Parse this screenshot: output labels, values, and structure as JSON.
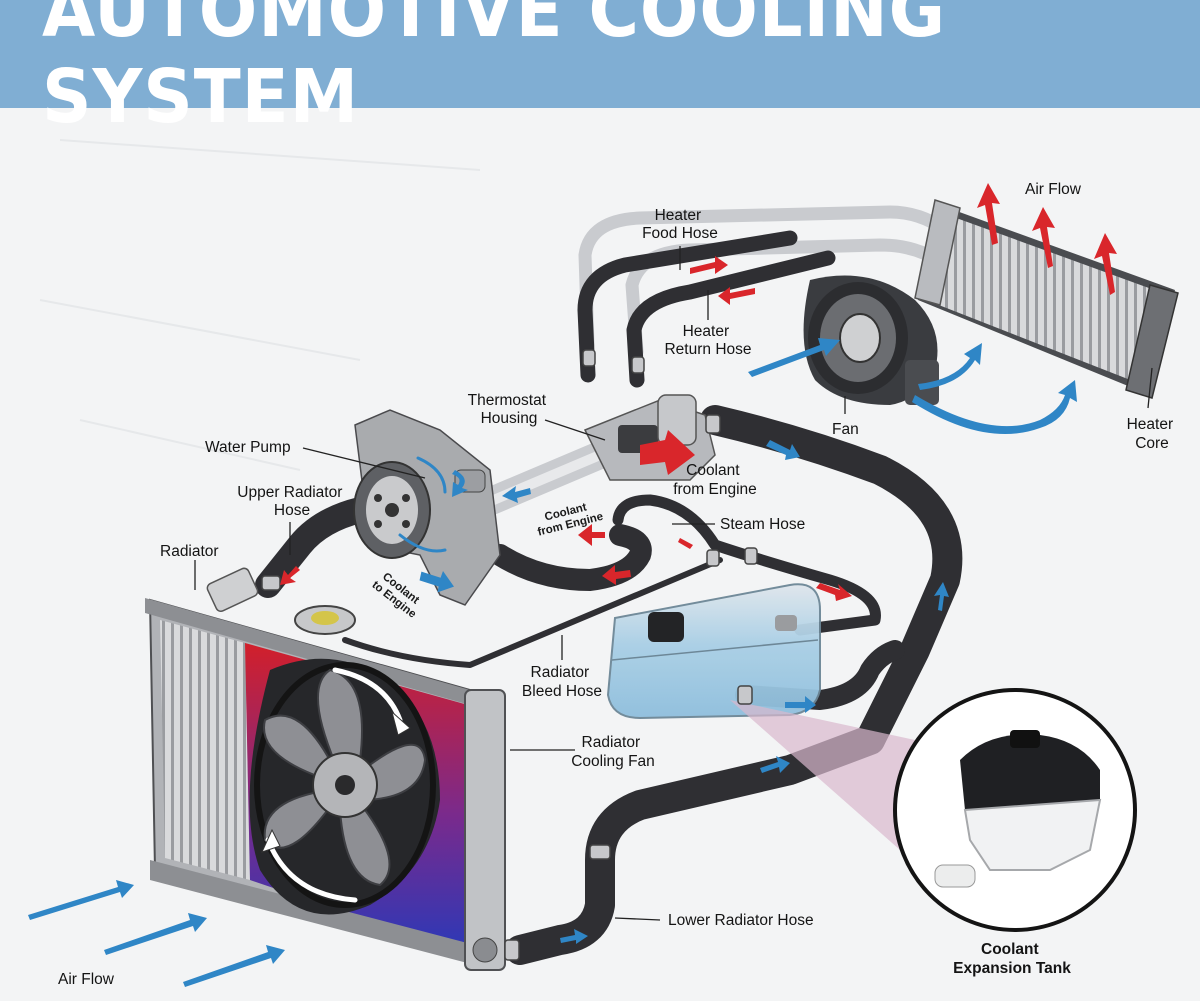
{
  "title": "AUTOMOTIVE COOLING SYSTEM",
  "labels": {
    "air_flow_top": "Air Flow",
    "heater_food_hose": [
      "Heater",
      "Food Hose"
    ],
    "heater_return_hose": [
      "Heater",
      "Return Hose"
    ],
    "thermostat_housing": [
      "Thermostat",
      "Housing"
    ],
    "water_pump": "Water Pump",
    "upper_radiator_hose": [
      "Upper Radiator",
      "Hose"
    ],
    "radiator": "Radiator",
    "coolant_from_engine_main": [
      "Coolant",
      "from Engine"
    ],
    "coolant_from_engine_small": [
      "Coolant",
      "from Engine"
    ],
    "coolant_to_engine": [
      "Coolant",
      "to Engine"
    ],
    "steam_hose": "Steam Hose",
    "fan": "Fan",
    "heater_core": [
      "Heater",
      "Core"
    ],
    "radiator_bleed_hose": [
      "Radiator",
      "Bleed Hose"
    ],
    "radiator_cooling_fan": [
      "Radiator",
      "Cooling Fan"
    ],
    "lower_radiator_hose": "Lower Radiator Hose",
    "coolant_expansion_tank": [
      "Coolant",
      "Expansion Tank"
    ],
    "air_flow_bottom": "Air Flow"
  },
  "colors": {
    "banner": "#80aed3",
    "hot_arrow": "#d9262b",
    "cool_arrow": "#2f86c6",
    "hose": "#2f2f33",
    "coolant": "#9cc6e0"
  }
}
